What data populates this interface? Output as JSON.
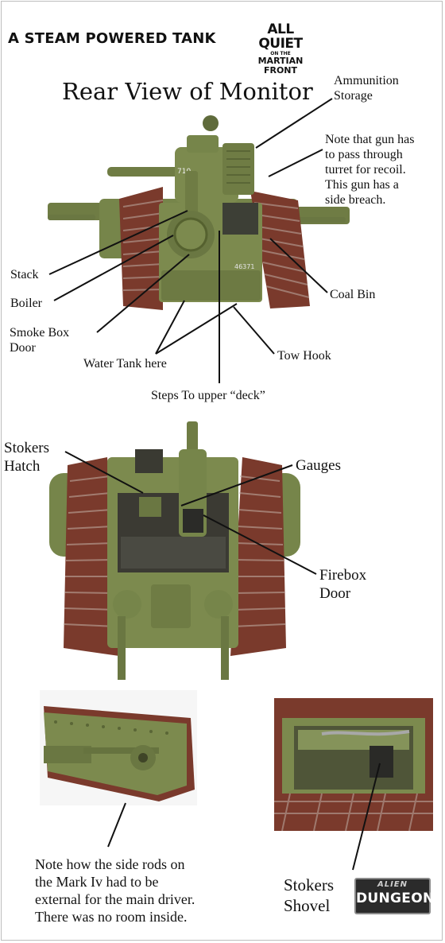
{
  "header": {
    "title": "A STEAM POWERED TANK",
    "logo": {
      "line1": "ALL QUIET",
      "line2": "ON THE",
      "line3": "MARTIAN FRONT"
    }
  },
  "top_view": {
    "heading": "Rear View of Monitor",
    "turret_numbers": "710",
    "hull_number": "46371",
    "labels": {
      "ammunition": "Ammunition\nStorage",
      "gun_note": "Note that gun has\nto pass through\nturret for recoil.\nThis gun has a\nside breach.",
      "stack": "Stack",
      "boiler": "Boiler",
      "smoke_box": "Smoke Box\nDoor",
      "water_tank": "Water Tank here",
      "coal_bin": "Coal Bin",
      "tow_hook": "Tow Hook",
      "steps": "Steps To upper “deck”"
    }
  },
  "middle_view": {
    "labels": {
      "stokers_hatch": "Stokers\nHatch",
      "gauges": "Gauges",
      "firebox": "Firebox\nDoor"
    }
  },
  "bottom_views": {
    "side_note": "Note how the side rods on\nthe Mark Iv had to be\nexternal for the main driver.\nThere was no room inside.",
    "shovel_label": "Stokers\nShovel",
    "badge": {
      "line1": "ALIEN",
      "line2": "DUNGEON"
    }
  },
  "colors": {
    "hull_green": "#7c8a4e",
    "track_red": "#7a3a2c",
    "text": "#111111"
  }
}
